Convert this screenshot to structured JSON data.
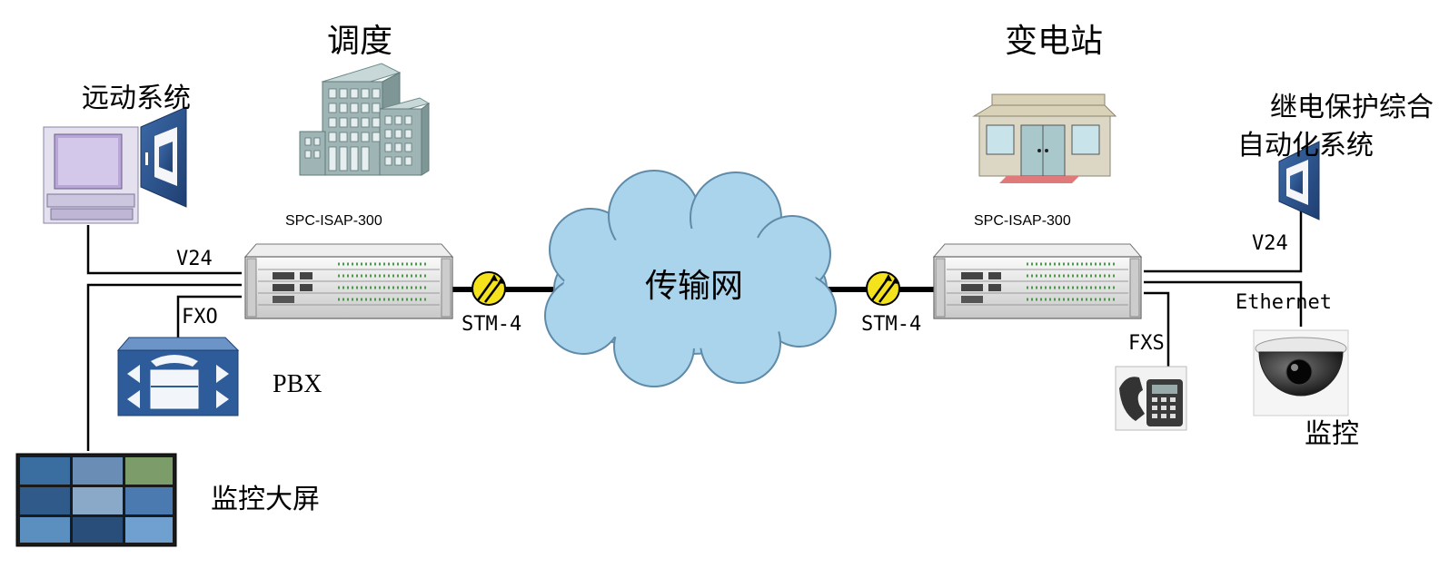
{
  "sites": {
    "dispatch": {
      "title": "调度"
    },
    "substation": {
      "title": "变电站"
    }
  },
  "devices": {
    "left_mux": {
      "model": "SPC-ISAP-300"
    },
    "right_mux": {
      "model": "SPC-ISAP-300"
    },
    "network": {
      "label": "传输网"
    }
  },
  "links": {
    "left_stm": "STM-4",
    "right_stm": "STM-4",
    "v24_left": "V24",
    "fxo": "FXO",
    "v24_right": "V24",
    "ethernet": "Ethernet",
    "fxs": "FXS"
  },
  "endpoints": {
    "telecontrol": "远动系统",
    "pbx": "PBX",
    "video_wall": "监控大屏",
    "relay_line1": "继电保护综合",
    "relay_line2": "自动化系统",
    "camera": "监控"
  },
  "colors": {
    "cloud": "#a9d4ec",
    "building": "#9fb4b4",
    "pbx": "#2e5c9a",
    "optical": "#f4e21c"
  }
}
